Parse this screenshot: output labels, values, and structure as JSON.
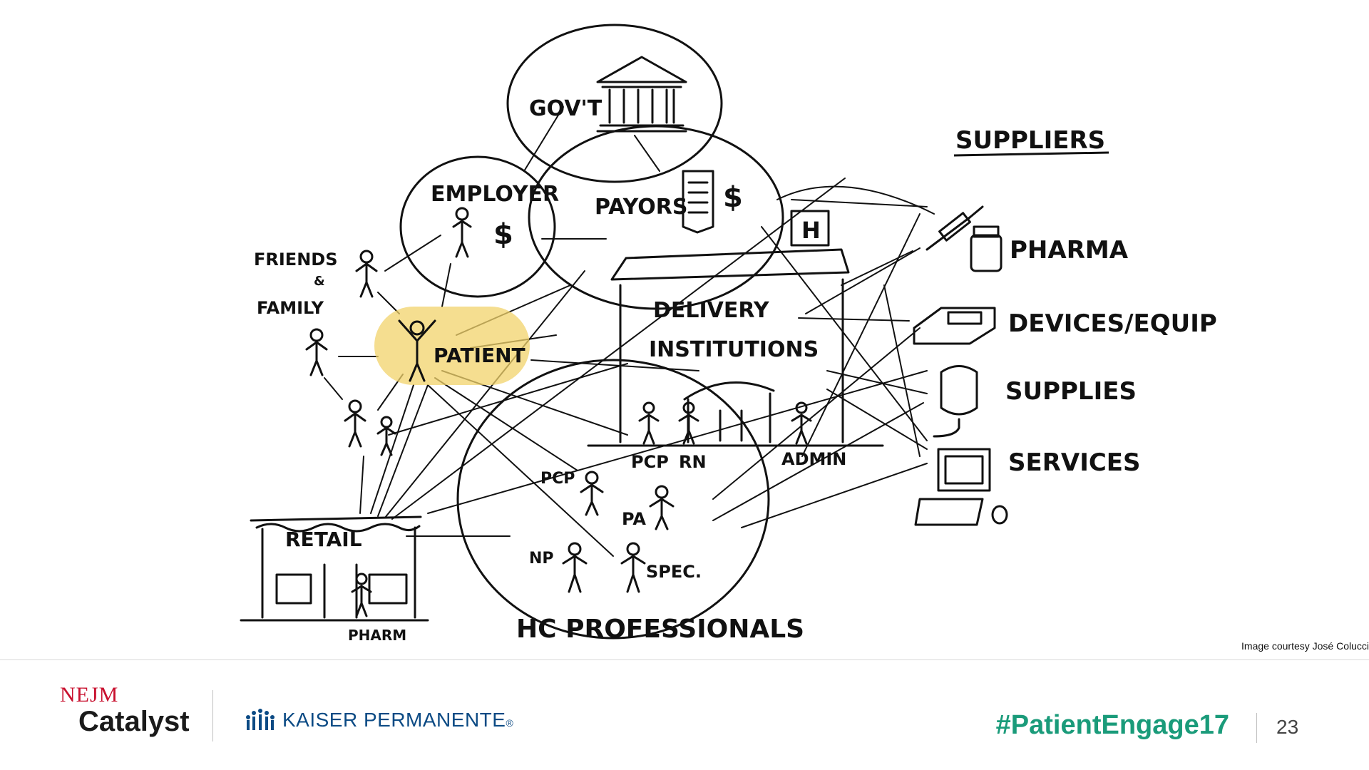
{
  "diagram": {
    "labels": {
      "govt": "GOV'T",
      "employer": "EMPLOYER",
      "payors": "PAYORS",
      "friends_family_1": "FRIENDS",
      "friends_family_amp": "&",
      "friends_family_2": "FAMILY",
      "patient": "PATIENT",
      "delivery_1": "DELIVERY",
      "delivery_2": "INSTITUTIONS",
      "pcp": "PCP",
      "rn": "RN",
      "admin": "ADMIN",
      "retail": "RETAIL",
      "pharm": "PHARM",
      "hc_pcp": "PCP",
      "pa": "PA",
      "np": "NP",
      "spec": "SPEC.",
      "hc_professionals": "HC PROFESSIONALS",
      "suppliers": "SUPPLIERS",
      "pharma": "PHARMA",
      "devices": "DEVICES/EQUIP",
      "supplies": "SUPPLIES",
      "services": "SERVICES",
      "dollar_employer": "$",
      "dollar_payors": "$",
      "hospital_h": "H"
    },
    "highlight_color": "#f1d36b",
    "credit": "Image courtesy José Colucci"
  },
  "footer": {
    "nejm_top": "NEJM",
    "nejm_bottom": "Catalyst",
    "kp_text": "KAISER PERMANENTE",
    "kp_reg": "®",
    "hashtag": "#PatientEngage17",
    "page_number": "23",
    "colors": {
      "nejm_red": "#c8102e",
      "kp_blue": "#0b4a84",
      "hashtag_green": "#1a9b7a"
    }
  }
}
